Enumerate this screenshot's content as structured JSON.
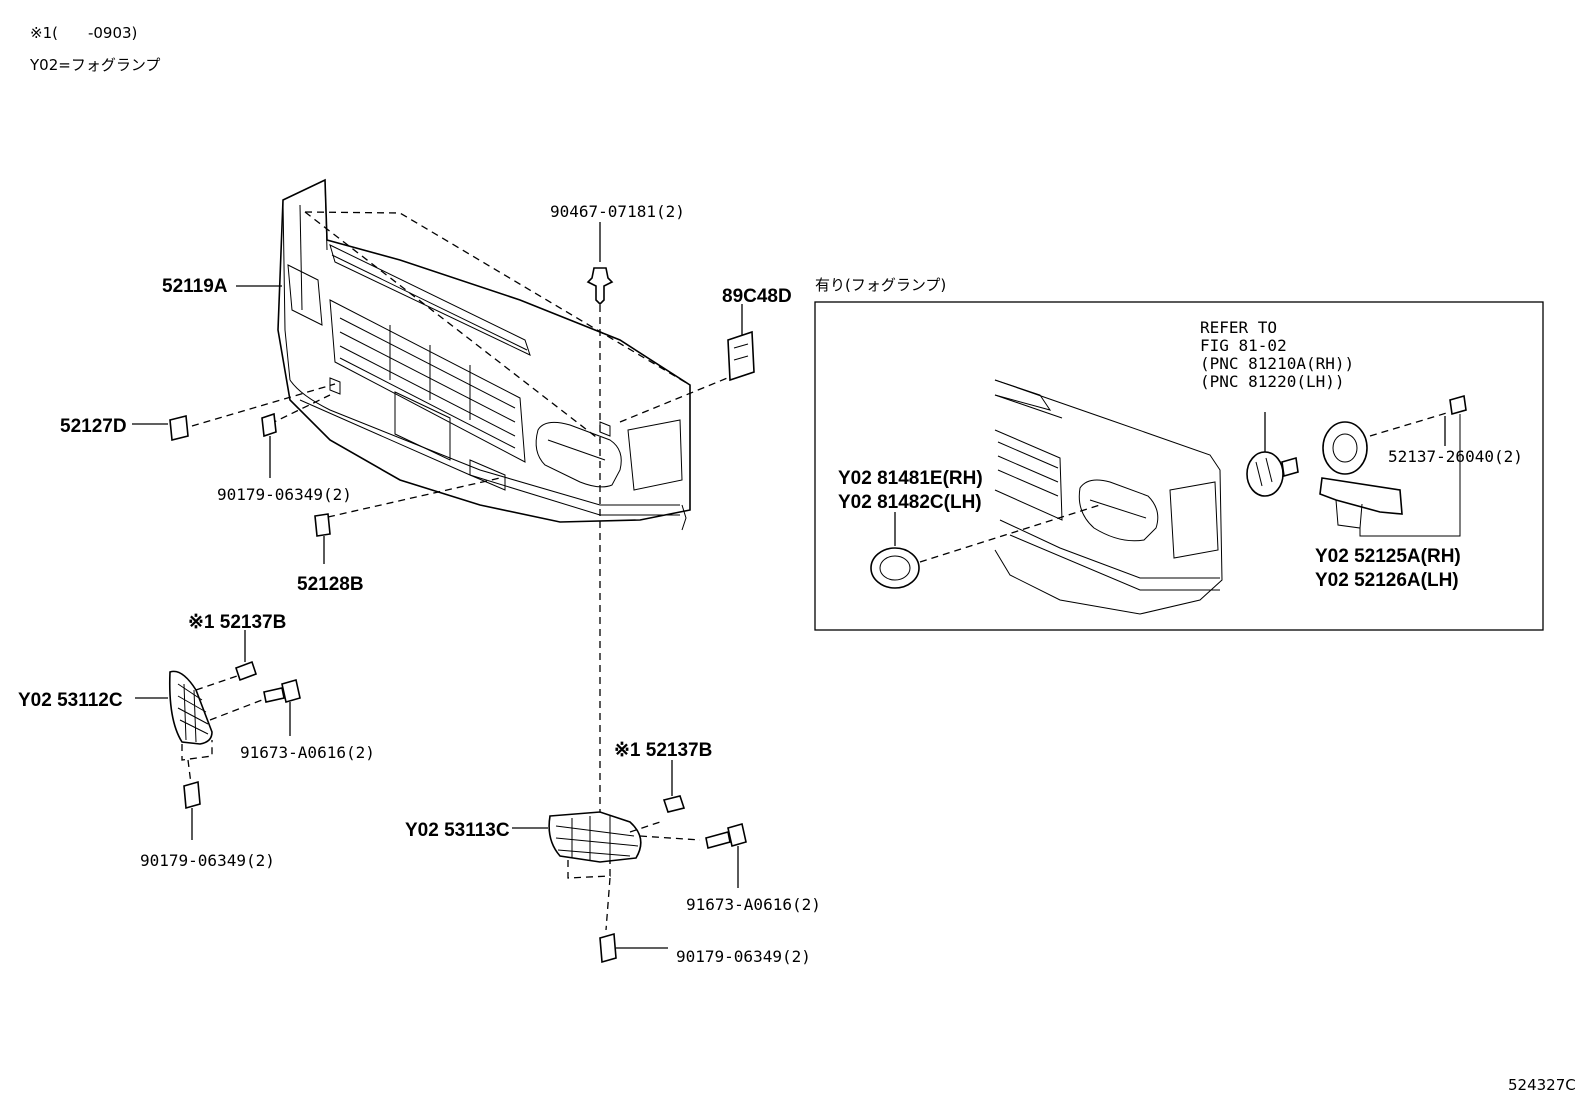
{
  "header": {
    "note_line1": "※1(　　-0903)",
    "note_line2": "Y02=フォグランプ"
  },
  "inset": {
    "title": "有り(フォグランプ)",
    "refer_lines": [
      "REFER TO",
      "FIG 81-02",
      "(PNC 81210A(RH))",
      "(PNC 81220(LH))"
    ]
  },
  "labels": {
    "p52119A": "52119A",
    "p90467": "90467-07181(2)",
    "p89C48D": "89C48D",
    "p52127D": "52127D",
    "p90179_top": "90179-06349(2)",
    "p52128B": "52128B",
    "p52137B_left": "※1 52137B",
    "p53112C": "Y02 53112C",
    "p91673_left": "91673-A0616(2)",
    "p90179_left": "90179-06349(2)",
    "p52137B_center": "※1 52137B",
    "p53113C": "Y02 53113C",
    "p91673_center": "91673-A0616(2)",
    "p90179_center": "90179-06349(2)",
    "p81481E": "Y02 81481E(RH)",
    "p81482C": "Y02 81482C(LH)",
    "p52137_26040": "52137-26040(2)",
    "p52125A": "Y02 52125A(RH)",
    "p52126A": "Y02 52126A(LH)"
  },
  "footer": {
    "diagram_id": "524327C"
  }
}
